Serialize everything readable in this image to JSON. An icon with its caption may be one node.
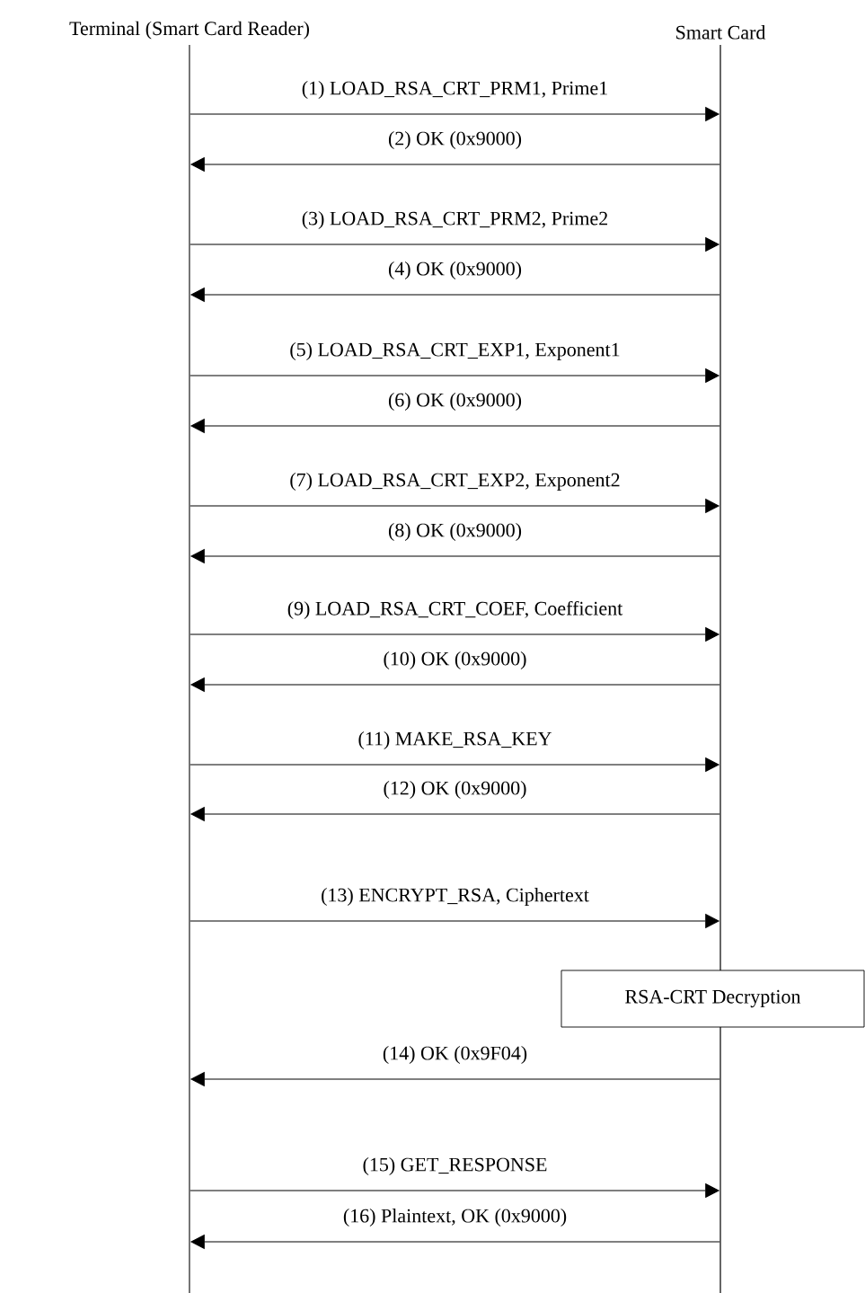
{
  "diagram": {
    "nodes": [
      {
        "text": [
          "Terminal (Smart Card Reader)"
        ]
      },
      {
        "text": [
          "Smart Card"
        ]
      },
      {
        "text": [
          "RSA-CRT Decryption"
        ]
      }
    ],
    "edges": [
      {
        "from": 0,
        "to": 1,
        "arrow": "to",
        "label": "(1) LOAD_RSA_CRT_PRM1, Prime1"
      },
      {
        "from": 1,
        "to": 0,
        "arrow": "to",
        "label": "(2) OK (0x9000)"
      },
      {
        "from": 0,
        "to": 1,
        "arrow": "to",
        "label": "(3) LOAD_RSA_CRT_PRM2, Prime2"
      },
      {
        "from": 1,
        "to": 0,
        "arrow": "to",
        "label": "(4) OK (0x9000)"
      },
      {
        "from": 0,
        "to": 1,
        "arrow": "to",
        "label": "(5) LOAD_RSA_CRT_EXP1, Exponent1"
      },
      {
        "from": 1,
        "to": 0,
        "arrow": "to",
        "label": "(6) OK (0x9000)"
      },
      {
        "from": 0,
        "to": 1,
        "arrow": "to",
        "label": "(7) LOAD_RSA_CRT_EXP2, Exponent2"
      },
      {
        "from": 1,
        "to": 0,
        "arrow": "to",
        "label": "(8) OK (0x9000)"
      },
      {
        "from": 0,
        "to": 1,
        "arrow": "to",
        "label": "(9) LOAD_RSA_CRT_COEF, Coefficient"
      },
      {
        "from": 1,
        "to": 0,
        "arrow": "to",
        "label": "(10) OK (0x9000)"
      },
      {
        "from": 0,
        "to": 1,
        "arrow": "to",
        "label": "(11) MAKE_RSA_KEY"
      },
      {
        "from": 1,
        "to": 0,
        "arrow": "to",
        "label": "(12) OK (0x9000)"
      },
      {
        "from": 0,
        "to": 1,
        "arrow": "to",
        "label": "(13) ENCRYPT_RSA, Ciphertext"
      },
      {
        "from": 1,
        "to": 0,
        "arrow": "to",
        "label": "(14) OK (0x9F04)"
      },
      {
        "from": 0,
        "to": 1,
        "arrow": "to",
        "label": "(15) GET_RESPONSE"
      },
      {
        "from": 1,
        "to": 0,
        "arrow": "to",
        "label": "(16) Plaintext, OK (0x9000)"
      }
    ]
  }
}
